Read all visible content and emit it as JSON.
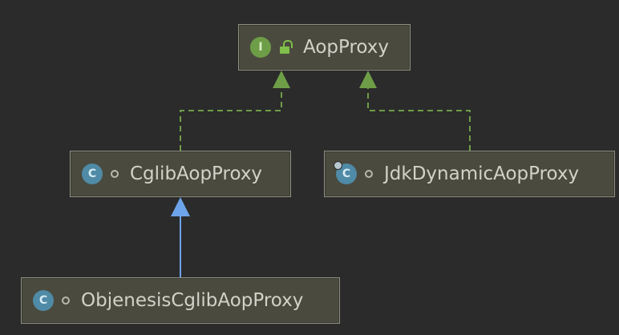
{
  "nodes": {
    "aop_proxy": {
      "name": "AopProxy",
      "kind_badge": "I",
      "kind": "interface",
      "visibility_icon": "unlocked-icon"
    },
    "cglib_aop_proxy": {
      "name": "CglibAopProxy",
      "kind_badge": "C",
      "kind": "class",
      "visibility_icon": "package-private-icon"
    },
    "jdk_dynamic_aop_proxy": {
      "name": "JdkDynamicAopProxy",
      "kind_badge": "C",
      "kind": "final-class",
      "visibility_icon": "package-private-icon"
    },
    "objenesis_cglib_aop_proxy": {
      "name": "ObjenesisCglibAopProxy",
      "kind_badge": "C",
      "kind": "class",
      "visibility_icon": "package-private-icon"
    }
  },
  "edges": [
    {
      "from": "cglib_aop_proxy",
      "to": "aop_proxy",
      "type": "implements",
      "style": "dashed"
    },
    {
      "from": "jdk_dynamic_aop_proxy",
      "to": "aop_proxy",
      "type": "implements",
      "style": "dashed"
    },
    {
      "from": "objenesis_cglib_aop_proxy",
      "to": "cglib_aop_proxy",
      "type": "extends",
      "style": "solid"
    }
  ],
  "colors": {
    "background": "#2b2b2b",
    "node_fill": "#4a4a3e",
    "node_border": "#8f8f82",
    "node_text": "#d2d2c8",
    "implements_edge": "#6e9d47",
    "extends_edge": "#6da3e8",
    "interface_badge": "#6e9d47",
    "class_badge": "#4f8aa6"
  }
}
